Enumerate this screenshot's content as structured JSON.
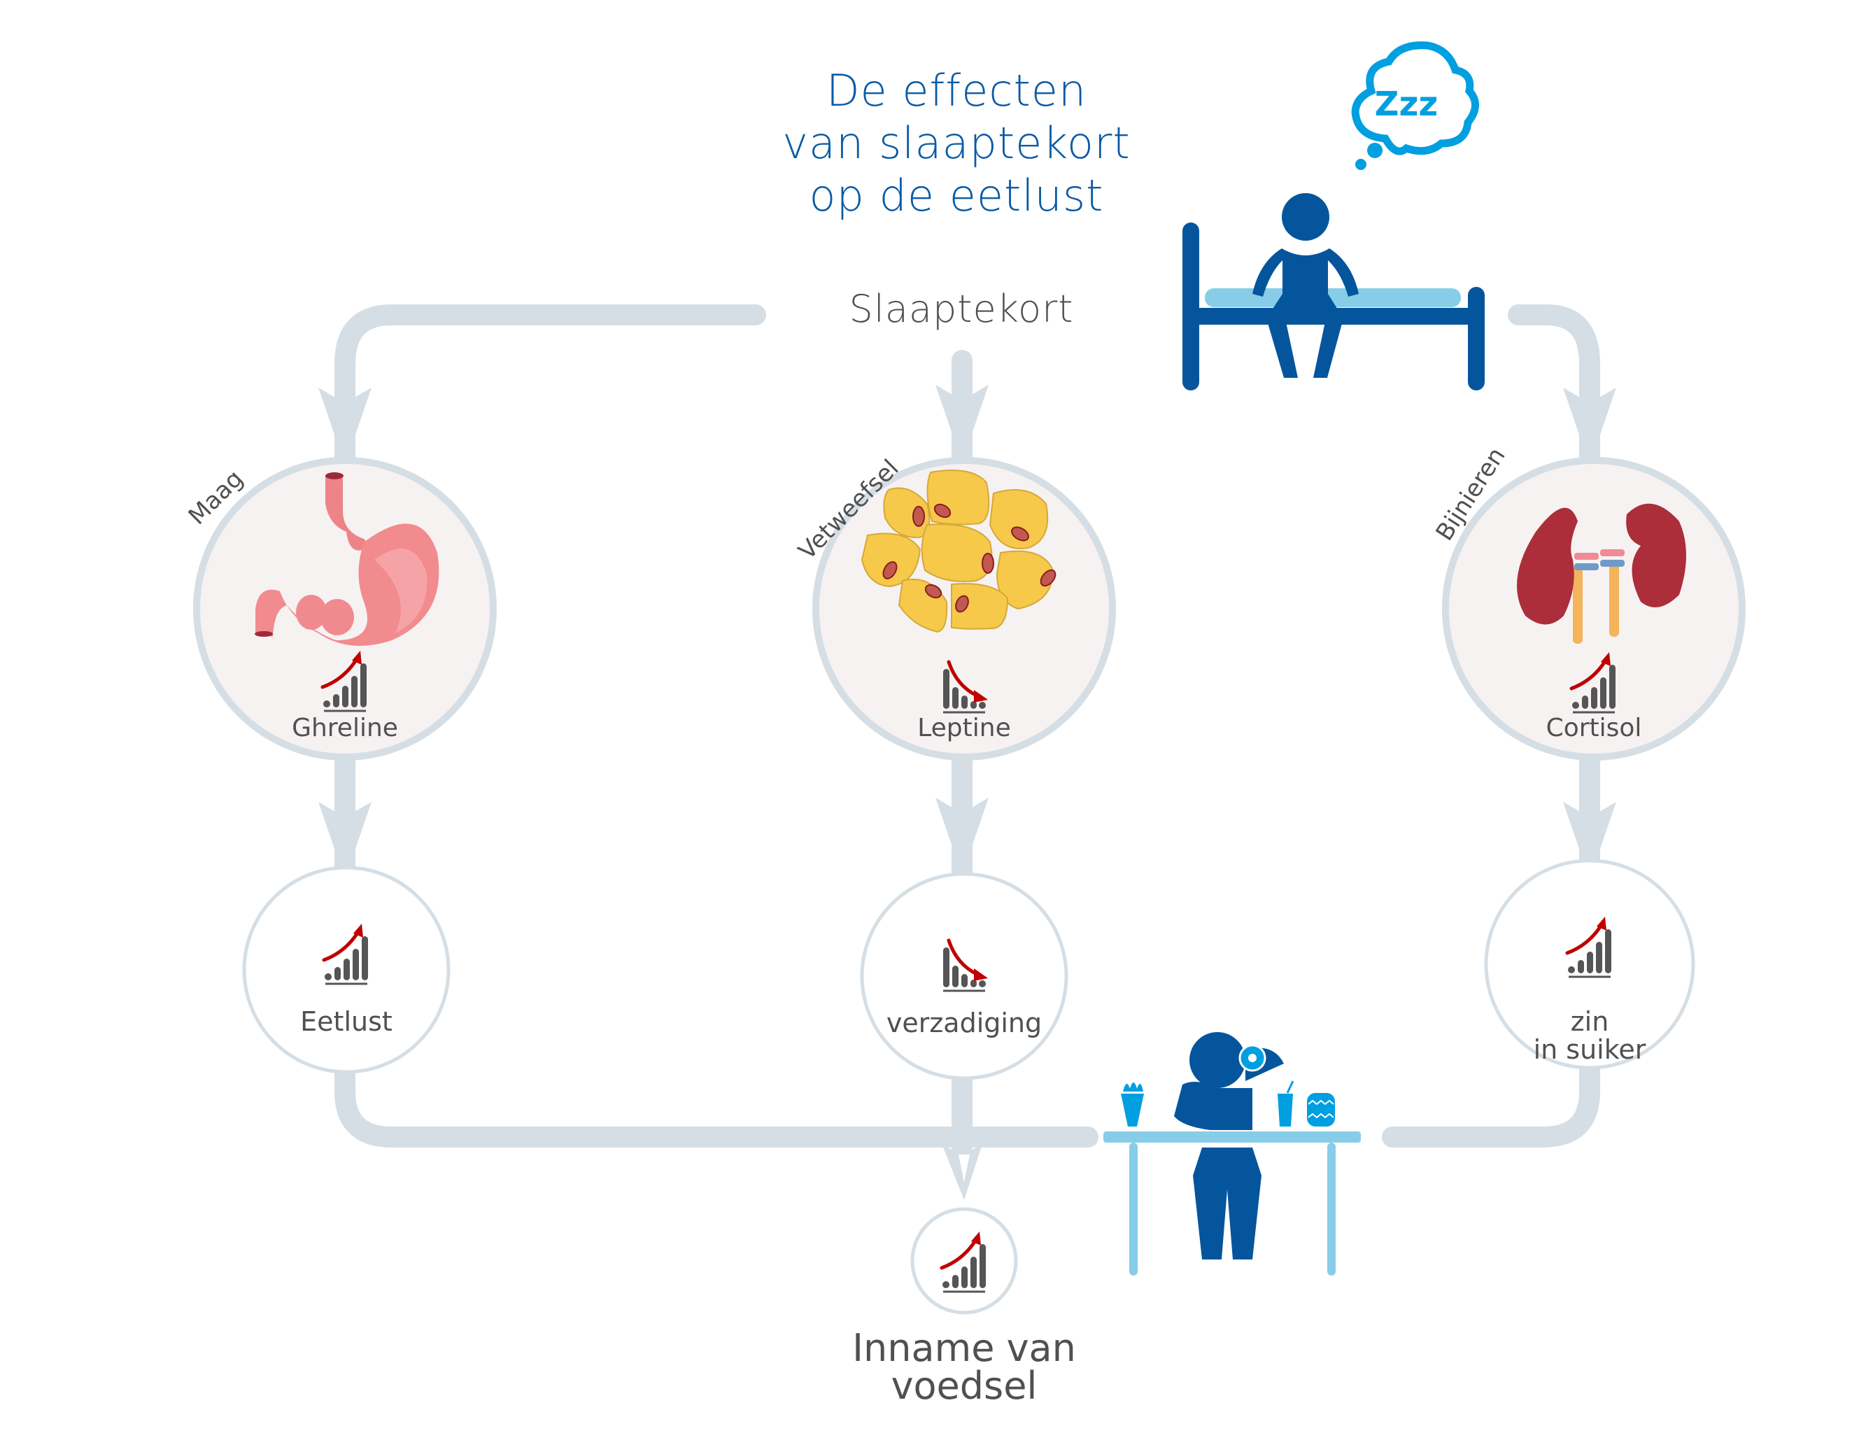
{
  "title": {
    "lines": [
      "De effecten",
      "van slaaptekort",
      "op de eetlust"
    ]
  },
  "trigger": {
    "label": "Slaaptekort",
    "icon": "person-sitting-on-bed-sleepy-icon",
    "thought_bubble_text": "Zzz"
  },
  "organs": [
    {
      "organ_label": "Maag",
      "icon": "stomach-icon",
      "hormone": "Ghreline",
      "hormone_trend": "up",
      "effect": "Eetlust",
      "effect_trend": "up"
    },
    {
      "organ_label": "Vetweefsel",
      "icon": "fat-cells-icon",
      "hormone": "Leptine",
      "hormone_trend": "down",
      "effect": "verzadiging",
      "effect_trend": "down"
    },
    {
      "organ_label": "Bijnieren",
      "icon": "kidneys-icon",
      "hormone": "Cortisol",
      "hormone_trend": "up",
      "effect_lines": [
        "zin",
        "in suiker"
      ],
      "effect_trend": "up"
    }
  ],
  "outcome": {
    "lines": [
      "Inname van",
      "voedsel"
    ],
    "trend": "up",
    "icon": "person-eating-at-table-icon"
  },
  "colors": {
    "title_blue": "#0a5aa5",
    "figure_blue": "#05559d",
    "light_blue": "#87cde8",
    "accent_blue": "#009fe0",
    "connector_gray": "#d5dee4",
    "text_gray": "#505050",
    "trend_red": "#c00000",
    "circle_fill": "#f6f2f2"
  }
}
